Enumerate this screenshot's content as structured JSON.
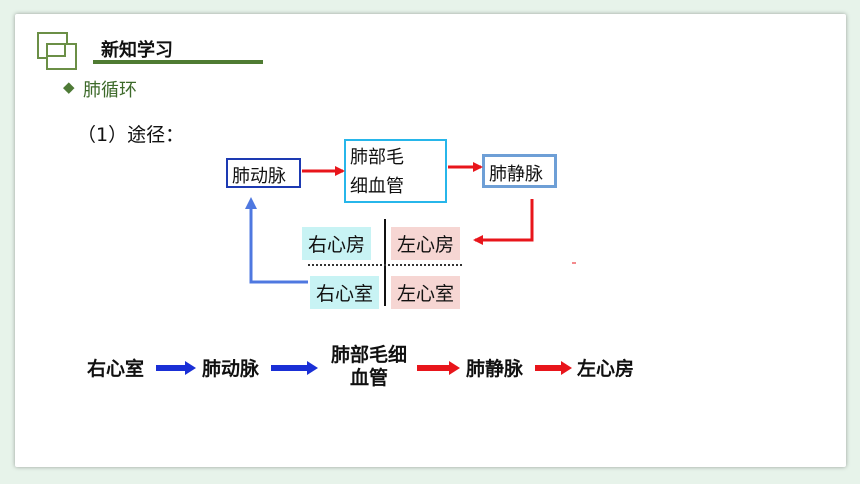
{
  "header": {
    "title": "新知学习"
  },
  "topic": {
    "bullet": "◆",
    "title": "肺循环"
  },
  "step": {
    "label": "（1）途径："
  },
  "diagram": {
    "artery": "肺动脉",
    "capillary_line1": "肺部毛",
    "capillary_line2": "细血管",
    "vein": "肺静脉",
    "right_atrium": "右心房",
    "left_atrium": "左心房",
    "right_ventricle": "右心室",
    "left_ventricle": "左心室"
  },
  "flow": {
    "items": [
      "右心室",
      "肺动脉",
      "肺部毛细",
      "血管",
      "肺静脉",
      "左心房"
    ]
  },
  "colors": {
    "accent_green": "#4f7b32",
    "blue_arrow": "#1a2fd6",
    "red_arrow": "#e8151b",
    "return_arrow": "#4f78e0",
    "atrium_right_bg": "#c8f3f4",
    "atrium_left_bg": "#f6d6d3"
  }
}
